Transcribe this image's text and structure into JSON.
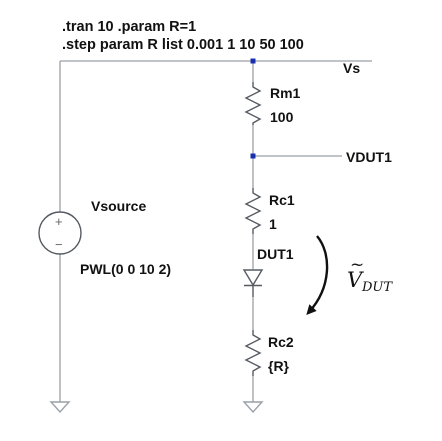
{
  "directives": {
    "line1": ".tran 10  .param R=1",
    "line2": ".step param R list 0.001 1 10 50 100"
  },
  "nets": {
    "vs": "Vs",
    "vdut": "VDUT1"
  },
  "source": {
    "name": "Vsource",
    "value": "PWL(0 0 10 2)",
    "plus_sign": "+",
    "minus_sign": "−"
  },
  "resistors": [
    {
      "name": "Rm1",
      "value": "100"
    },
    {
      "name": "Rc1",
      "value": "1"
    },
    {
      "name": "Rc2",
      "value": "{R}"
    }
  ],
  "diode": {
    "name": "DUT1"
  },
  "annotation": {
    "tilde": "~",
    "symbol": "V",
    "subscript": "DUT"
  },
  "colors": {
    "wire": "#9aa0a6",
    "component": "#555b61",
    "node": "#1a2fb0",
    "text": "#111111"
  }
}
